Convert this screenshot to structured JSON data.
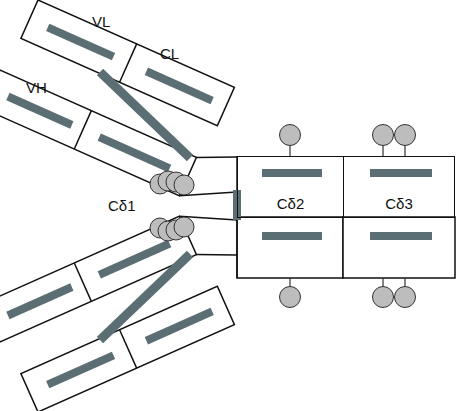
{
  "diagram": {
    "nodes": [
      {
        "text": [
          "Cδ2"
        ]
      },
      {
        "text": [
          "Cδ3"
        ]
      }
    ],
    "labels": [
      "VL",
      "CL",
      "VH",
      "Cδ1"
    ]
  }
}
